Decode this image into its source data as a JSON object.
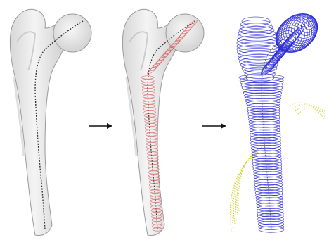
{
  "figure": {
    "panels": [
      {
        "id": "panel-1",
        "content": "bone-with-centerline"
      },
      {
        "id": "panel-2",
        "content": "bone-with-red-sections"
      },
      {
        "id": "panel-3",
        "content": "blue-ellipse-stack-with-yellow-curves"
      }
    ],
    "arrows": [
      "arrow-1",
      "arrow-2"
    ],
    "colors": {
      "bone_fill": "#ececec",
      "bone_edge": "#9a9a9a",
      "centerline": "#333333",
      "sections_red": "#d64b4b",
      "ellipses_blue": "#2b2bd6",
      "yellow_curves": "#c9c900",
      "arrow": "#111111"
    }
  }
}
